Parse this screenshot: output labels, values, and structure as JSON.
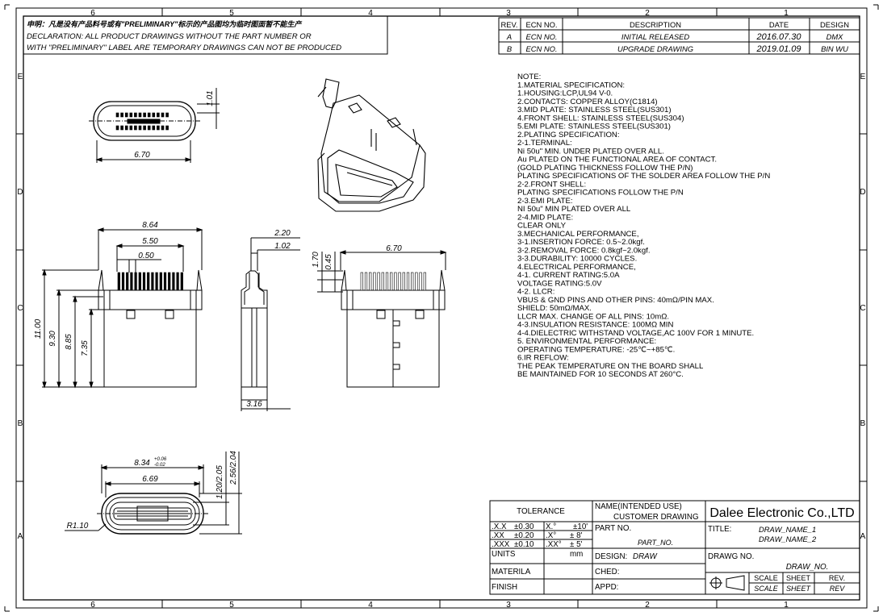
{
  "frame": {
    "columns_top": [
      "6",
      "5",
      "4",
      "3",
      "2",
      "1"
    ],
    "columns_bottom": [
      "6",
      "5",
      "4",
      "3",
      "2",
      "1"
    ],
    "rows_left": [
      "E",
      "D",
      "C",
      "B",
      "A"
    ],
    "rows_right": [
      "E",
      "D",
      "C",
      "B",
      "A"
    ]
  },
  "declaration": {
    "line1": "申明：凡是没有产品料号或有\"PRELIMINARY\"标示的产品图均为临时图面暂不能生产",
    "line2": "DECLARATION: ALL PRODUCT DRAWINGS WITHOUT THE PART NUMBER OR",
    "line3": "WITH \"PRELIMINARY\" LABEL ARE TEMPORARY DRAWINGS CAN NOT BE PRODUCED"
  },
  "revision": {
    "headers": [
      "REV.",
      "ECN NO.",
      "DESCRIPTION",
      "DATE",
      "DESIGN"
    ],
    "rows": [
      [
        "A",
        "ECN NO.",
        "INITIAL RELEASED",
        "2016.07.30",
        "DMX"
      ],
      [
        "B",
        "ECN NO.",
        "UPGRADE DRAWING",
        "2019.01.09",
        "BIN WU"
      ]
    ]
  },
  "dimensions": {
    "top_h": "1.01",
    "top_w": "6.70",
    "f_864": "8.64",
    "f_550": "5.50",
    "f_050": "0.50",
    "f_1100": "11.00",
    "f_930": "9.30",
    "f_885": "8.85",
    "f_735": "7.35",
    "s_220": "2.20",
    "s_102": "1.02",
    "s_316": "3.16",
    "r_170": "1.70",
    "r_045": "0.45",
    "r_670": "6.70",
    "e_834": "8.34",
    "e_tol_up": "+0.06",
    "e_tol_dn": "-0.02",
    "e_669": "6.69",
    "e_120": "1.20",
    "e_205": "2.05",
    "e_256": "2.56",
    "e_204": "2.04",
    "e_r110": "R1.10"
  },
  "notes": [
    "NOTE:",
    "1.MATERIAL  SPECIFICATION:",
    " 1.HOUSING:LCP,UL94  V-0.",
    " 2.CONTACTS:  COPPER  ALLOY(C1814)",
    " 3.MID  PLATE:  STAINLESS  STEEL(SUS301)",
    " 4.FRONT  SHELL:  STAINLESS  STEEL(SUS304)",
    " 5.EMI  PLATE:  STAINLESS  STEEL(SUS301)",
    "2.PLATING  SPECIFICATION:",
    "  2-1.TERMINAL:",
    "    Ni  50u\"  MIN.  UNDER  PLATED  OVER  ALL.",
    "    Au  PLATED  ON  THE  FUNCTIONAL  AREA  OF  CONTACT.",
    "    (GOLD  PLATING  THICKNESS  FOLLOW  THE  P/N)",
    "    PLATING  SPECIFICATIONS  OF  THE  SOLDER  AREA  FOLLOW  THE  P/N",
    "2-2.FRONT  SHELL:",
    "    PLATING  SPECIFICATIONS  FOLLOW  THE  P/N",
    "2-3.EMI  PLATE:",
    "    NI  50u\"  MIN  PLATED  OVER  ALL",
    "2-4.MID  PLATE:",
    "    CLEAR  ONLY",
    "3.MECHANICAL  PERFORMANCE,",
    "    3-1.INSERTION  FORCE:  0.5~2.0kgf.",
    "    3-2.REMOVAL  FORCE:  0.8kgf~2.0kgf.",
    "    3-3.DURABILITY:  10000  CYCLES.",
    "4.ELECTRICAL  PERFORMANCE,",
    "    4-1.  CURRENT  RATING:5.0A",
    "            VOLTAGE  RATING:5.0V",
    "    4-2.  LLCR:",
    "            VBUS  &  GND  PINS  AND  OTHER  PINS:  40mΩ/PIN  MAX.",
    "            SHIELD:  50mΩ/MAX.",
    "            LLCR  MAX.  CHANGE  OF  ALL  PINS:  10mΩ.",
    "    4-3.INSULATION  RESISTANCE:  100MΩ    MIN",
    "    4-4.DIELECTRIC  WITHSTAND  VOLTAGE,AC  100V  FOR  1  MINUTE.",
    "5.  ENVIRONMENTAL  PERFORMANCE:",
    "    OPERATING  TEMPERATURE:  -25℃~+85℃.",
    "6.IR  REFLOW:",
    "    THE  PEAK  TEMPERATURE  ON  THE  BOARD  SHALL",
    "    BE  MAINTAINED  FOR  10  SECONDS  AT  260°C."
  ],
  "title_block": {
    "tolerance": "TOLERANCE",
    "tol_rows": [
      [
        ".X.X",
        "±0.30",
        "X.°",
        "±10'"
      ],
      [
        ".XX",
        "±0.20",
        ".X°",
        "±  8'"
      ],
      [
        ".XXX",
        "±0.10",
        ".XX°",
        "±  5'"
      ]
    ],
    "units_label": "UNITS",
    "units_value": "mm",
    "materila": "MATERILA",
    "finish": "FINISH",
    "name_label": "NAME(INTENDED  USE)",
    "customer_drawing": "CUSTOMER  DRAWING",
    "part_no_label": "PART  NO.",
    "part_no_value": "PART_NO.",
    "design_label": "DESIGN:",
    "design_value": "DRAW",
    "ched": "CHED:",
    "appd": "APPD:",
    "company": "Dalee Electronic Co.,LTD",
    "title_label": "TITLE:",
    "title_1": "DRAW_NAME_1",
    "title_2": "DRAW_NAME_2",
    "drawg_no_label": "DRAWG  NO.",
    "drawg_no_value": "DRAW_NO.",
    "scale_label": "SCALE",
    "sheet_label": "SHEET",
    "rev_label": "REV.",
    "scale_value": "SCALE",
    "sheet_value": "SHEET",
    "rev_value": "REV"
  }
}
